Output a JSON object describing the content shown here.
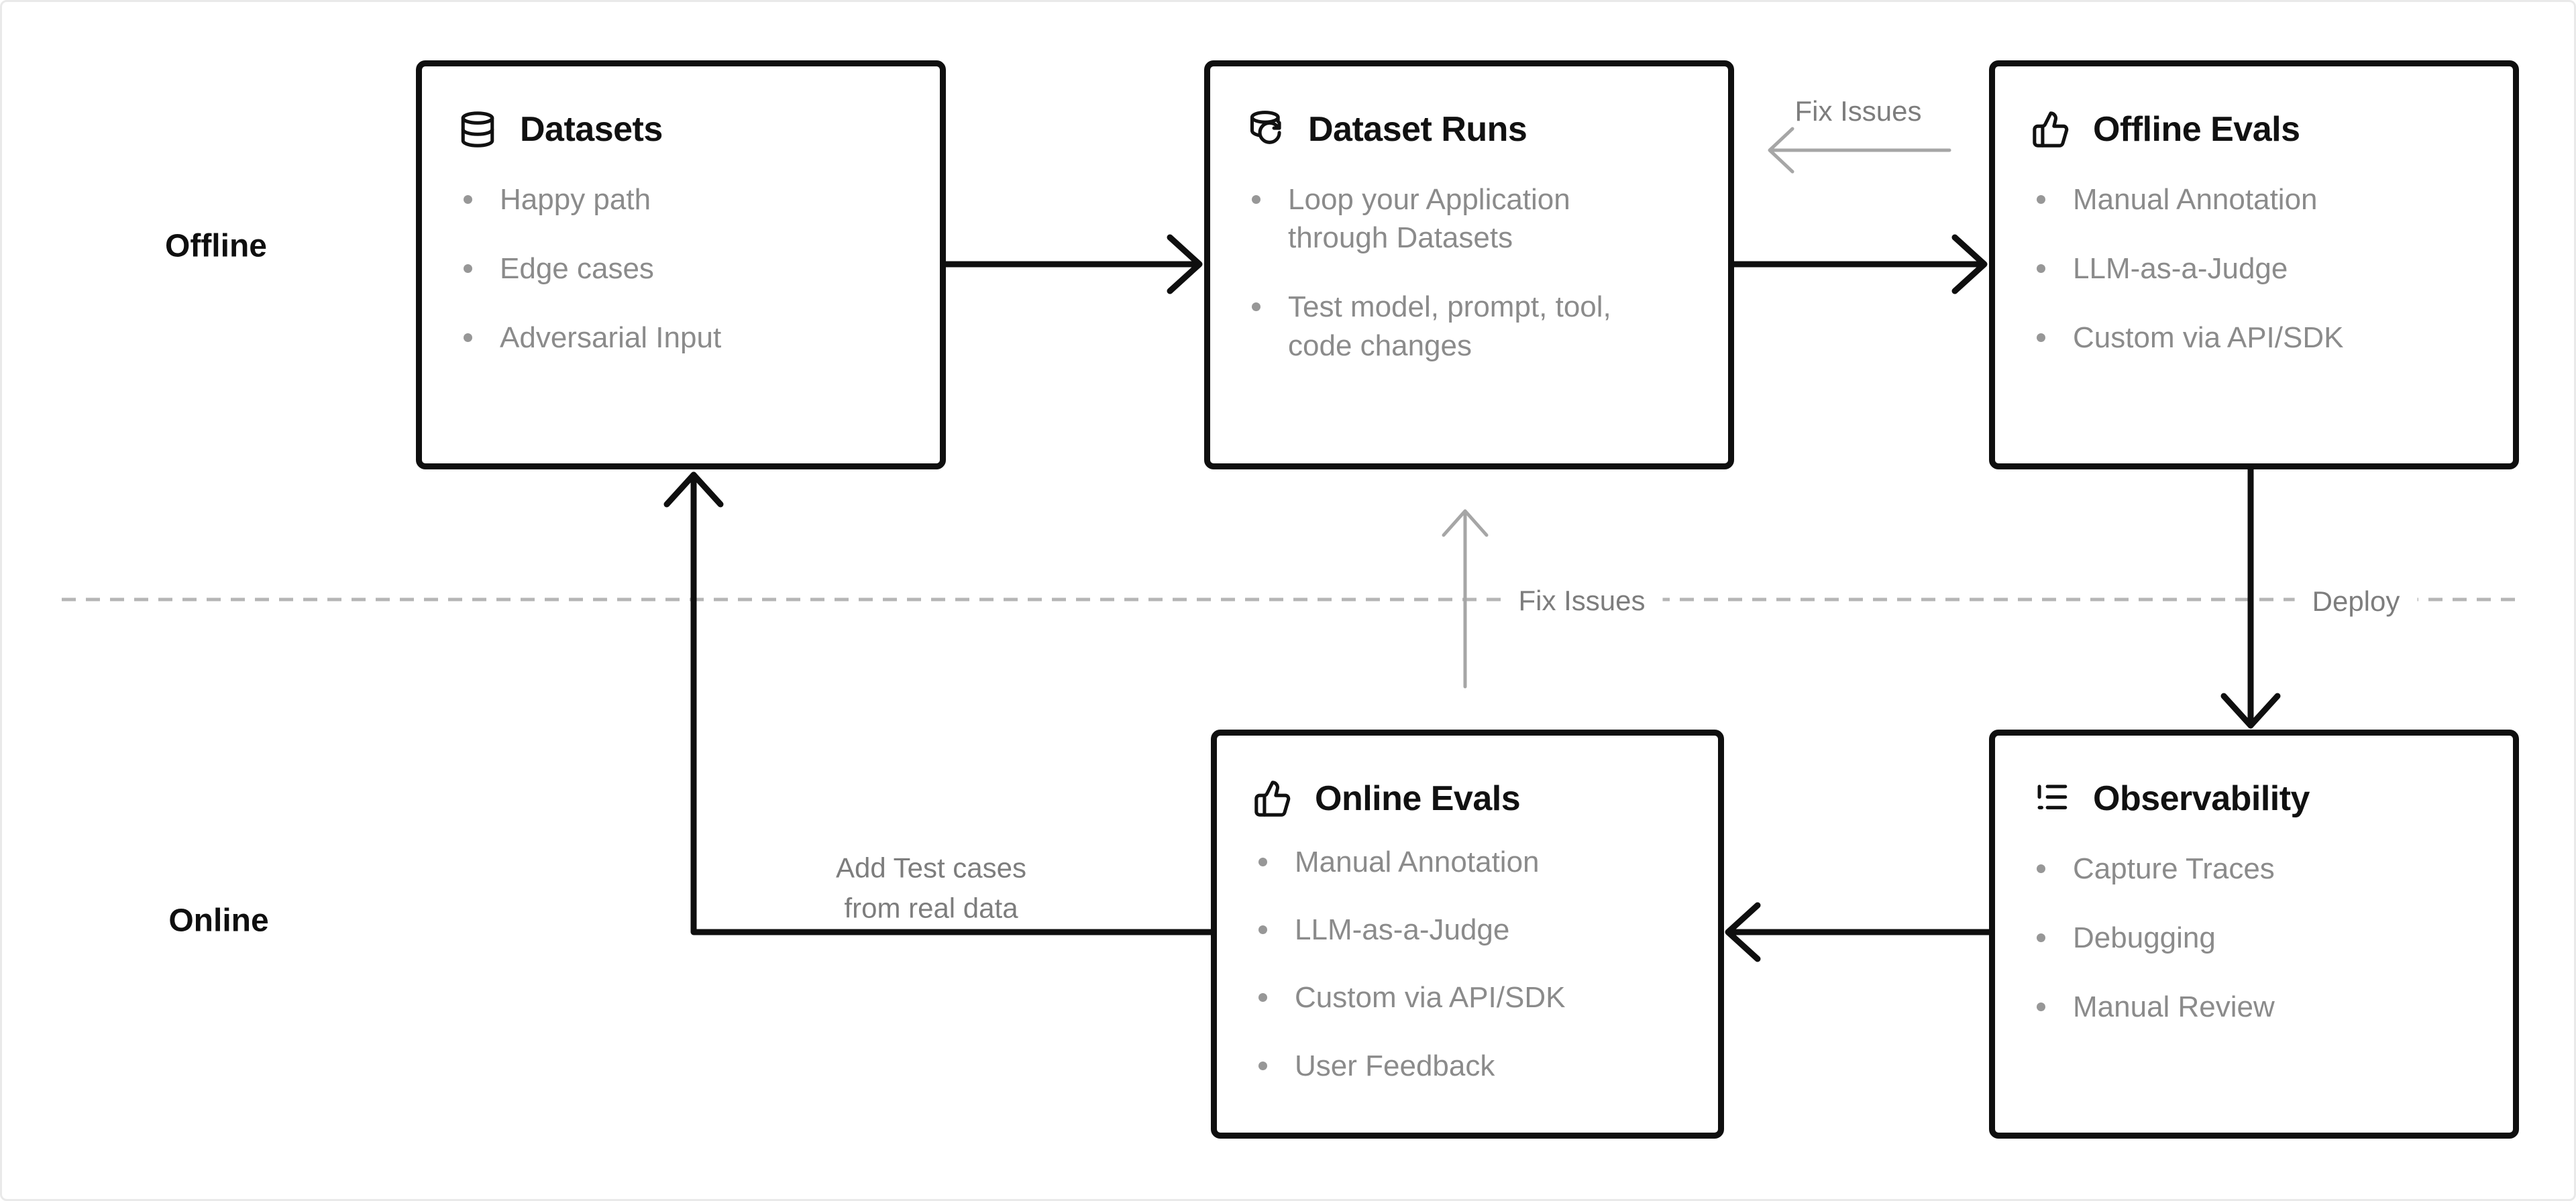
{
  "lanes": {
    "offline": "Offline",
    "online": "Online"
  },
  "boxes": [
    {
      "title": "Datasets",
      "icon": "database-icon",
      "items": [
        "Happy path",
        "Edge cases",
        "Adversarial Input"
      ]
    },
    {
      "title": "Dataset Runs",
      "icon": "dataset-run-icon",
      "items": [
        "Loop your Application\nthrough Datasets",
        "Test model, prompt, tool,\ncode changes"
      ]
    },
    {
      "title": "Offline Evals",
      "icon": "thumbs-up-icon",
      "items": [
        "Manual Annotation",
        "LLM-as-a-Judge",
        "Custom via API/SDK"
      ]
    },
    {
      "title": "Online Evals",
      "icon": "thumbs-up-icon",
      "items": [
        "Manual Annotation",
        "LLM-as-a-Judge",
        "Custom via API/SDK",
        "User Feedback"
      ]
    },
    {
      "title": "Observability",
      "icon": "logs-icon",
      "items": [
        "Capture Traces",
        "Debugging",
        "Manual Review"
      ]
    }
  ],
  "edge_labels": {
    "fix_issues_top": "Fix Issues",
    "fix_issues_mid": "Fix Issues",
    "deploy": "Deploy",
    "add_test_cases": "Add Test cases\nfrom real data"
  },
  "colors": {
    "box_border": "#0f0f0f",
    "arrow_black": "#0f0f0f",
    "arrow_gray": "#a6a6a6",
    "dash_gray": "#b5b5b5",
    "bullet_text": "#8b8b8b",
    "label_text": "#7d7d7d",
    "frame": "#e9e9e9",
    "background": "#ffffff"
  }
}
